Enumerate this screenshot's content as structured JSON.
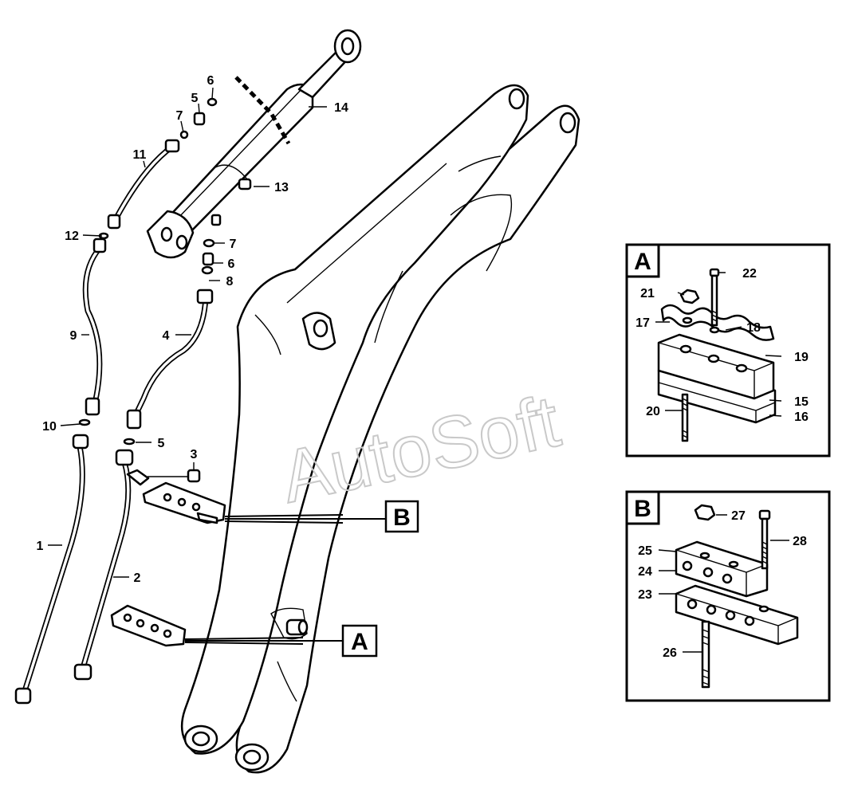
{
  "callouts": {
    "c1": "1",
    "c2": "2",
    "c3": "3",
    "c4": "4",
    "c5a": "5",
    "c5b": "5",
    "c6a": "6",
    "c6b": "6",
    "c7a": "7",
    "c7b": "7",
    "c8": "8",
    "c9": "9",
    "c10": "10",
    "c11": "11",
    "c12": "12",
    "c13": "13",
    "c14": "14",
    "c15": "15",
    "c16": "16",
    "c17": "17",
    "c18": "18",
    "c19": "19",
    "c20": "20",
    "c21": "21",
    "c22": "22",
    "c23": "23",
    "c24": "24",
    "c25": "25",
    "c26": "26",
    "c27": "27",
    "c28": "28"
  },
  "detail_labels": {
    "a_main": "A",
    "b_main": "B",
    "a_box": "A",
    "b_box": "B"
  },
  "watermark": "AutoSoft"
}
